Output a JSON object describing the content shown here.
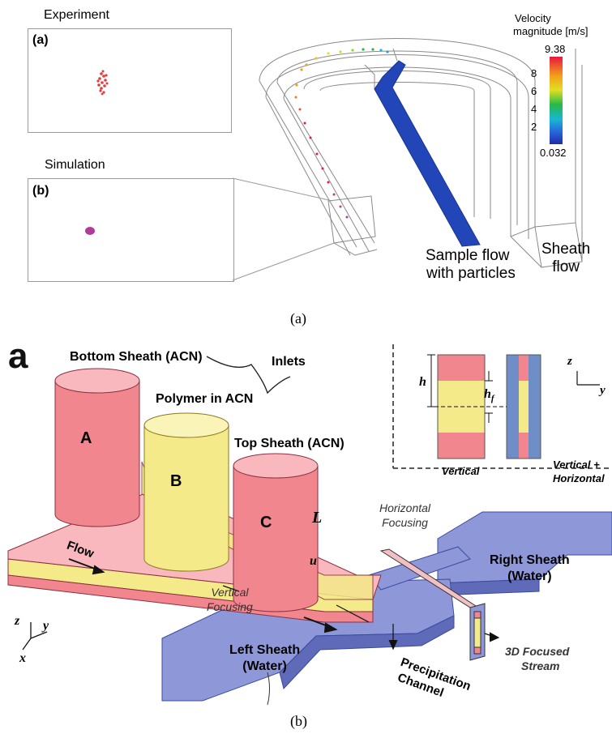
{
  "panel_a": {
    "experiment_title": "Experiment",
    "experiment_label": "(a)",
    "simulation_title": "Simulation",
    "simulation_label": "(b)",
    "colorbar": {
      "title_line1": "Velocity",
      "title_line2": "magnitude [m/s]",
      "max": "9.38",
      "ticks": [
        "8",
        "6",
        "4",
        "2"
      ],
      "min": "0.032",
      "colors": [
        "#e8173f",
        "#f2a01a",
        "#c9e020",
        "#25b84b",
        "#18b5d6",
        "#2a5bd9",
        "#1c2fa0"
      ]
    },
    "sample_flow_line1": "Sample flow",
    "sample_flow_line2": "with particles",
    "sheath_flow_line1": "Sheath",
    "sheath_flow_line2": "flow",
    "caption": "(a)"
  },
  "panel_b": {
    "big_letter": "a",
    "bottom_sheath": "Bottom Sheath (ACN)",
    "inlets": "Inlets",
    "polymer": "Polymer in ACN",
    "top_sheath": "Top Sheath (ACN)",
    "inlet_a": "A",
    "inlet_b": "B",
    "inlet_c": "C",
    "flow": "Flow",
    "length_label": "L",
    "velocity_label": "u",
    "horizontal_focusing_line1": "Horizontal",
    "horizontal_focusing_line2": "Focusing",
    "vertical_focusing_line1": "Vertical",
    "vertical_focusing_line2": "Focusing",
    "right_sheath_line1": "Right Sheath",
    "right_sheath_line2": "(Water)",
    "left_sheath_line1": "Left Sheath",
    "left_sheath_line2": "(Water)",
    "precipitation_line1": "Precipitation",
    "precipitation_line2": "Channel",
    "focused_line1": "3D Focused",
    "focused_line2": "Stream",
    "inset_h": "h",
    "inset_hf": "h",
    "inset_hf_sub": "f",
    "inset_z": "z",
    "inset_y": "y",
    "inset_vertical": "Vertical",
    "inset_vh_line1": "Vertical +",
    "inset_vh_line2": "Horizontal",
    "axis_z": "z",
    "axis_y": "y",
    "axis_x": "x",
    "caption": "(b)",
    "colors": {
      "sheath_pink": "#f2868f",
      "polymer_yellow": "#f5ea8a",
      "water_blue": "#8e98d8"
    }
  }
}
